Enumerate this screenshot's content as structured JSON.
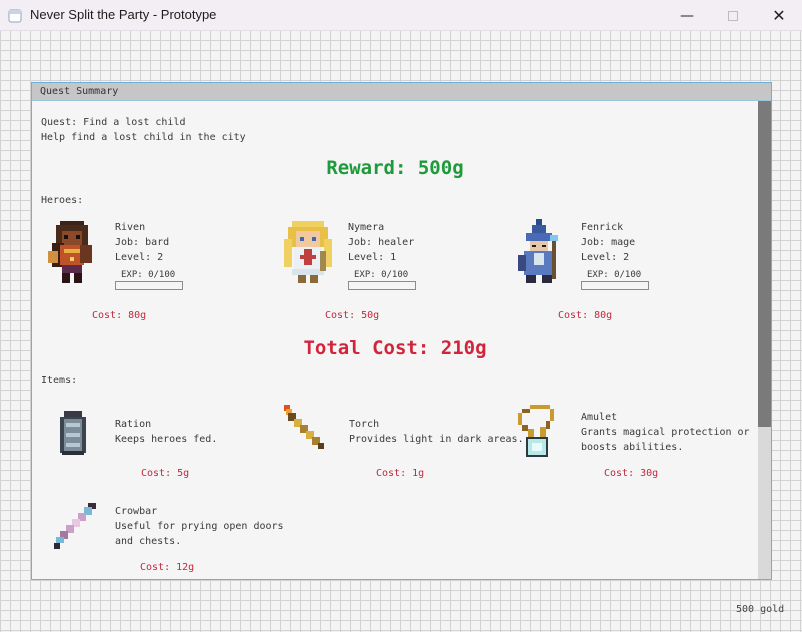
{
  "window": {
    "title": "Never Split the Party - Prototype",
    "minimize_glyph": "—",
    "close_glyph": "✕"
  },
  "panel": {
    "header": "Quest Summary"
  },
  "quest": {
    "title_line": "Quest: Find a lost child",
    "description": "Help find a lost child in the city",
    "reward": "Reward: 500g"
  },
  "heroes_label": "Heroes:",
  "heroes": [
    {
      "name": "Riven",
      "job": "Job: bard",
      "level": "Level: 2",
      "exp": "EXP: 0/100",
      "exp_progress": 0,
      "cost": "Cost: 80g",
      "icon": "bard-sprite-icon"
    },
    {
      "name": "Nymera",
      "job": "Job: healer",
      "level": "Level: 1",
      "exp": "EXP: 0/100",
      "exp_progress": 0,
      "cost": "Cost: 50g",
      "icon": "healer-sprite-icon"
    },
    {
      "name": "Fenrick",
      "job": "Job: mage",
      "level": "Level: 2",
      "exp": "EXP: 0/100",
      "exp_progress": 0,
      "cost": "Cost: 80g",
      "icon": "mage-sprite-icon"
    }
  ],
  "total_cost": "Total Cost: 210g",
  "items_label": "Items:",
  "items": [
    {
      "name": "Ration",
      "desc1": "Keeps heroes fed.",
      "desc2": "",
      "cost": "Cost: 5g",
      "icon": "ration-icon"
    },
    {
      "name": "Torch",
      "desc1": "Provides light in dark areas.",
      "desc2": "",
      "cost": "Cost: 1g",
      "icon": "torch-icon"
    },
    {
      "name": "Amulet",
      "desc1": "Grants magical protection or",
      "desc2": "boosts abilities.",
      "cost": "Cost: 30g",
      "icon": "amulet-icon"
    },
    {
      "name": "Crowbar",
      "desc1": "Useful for prying open doors",
      "desc2": "and chests.",
      "cost": "Cost: 12g",
      "icon": "crowbar-icon"
    }
  ],
  "status": {
    "gold": "500 gold"
  },
  "colors": {
    "reward": "#1f9a3a",
    "cost": "#d2253b",
    "panel_border": "#6ab0d8"
  }
}
